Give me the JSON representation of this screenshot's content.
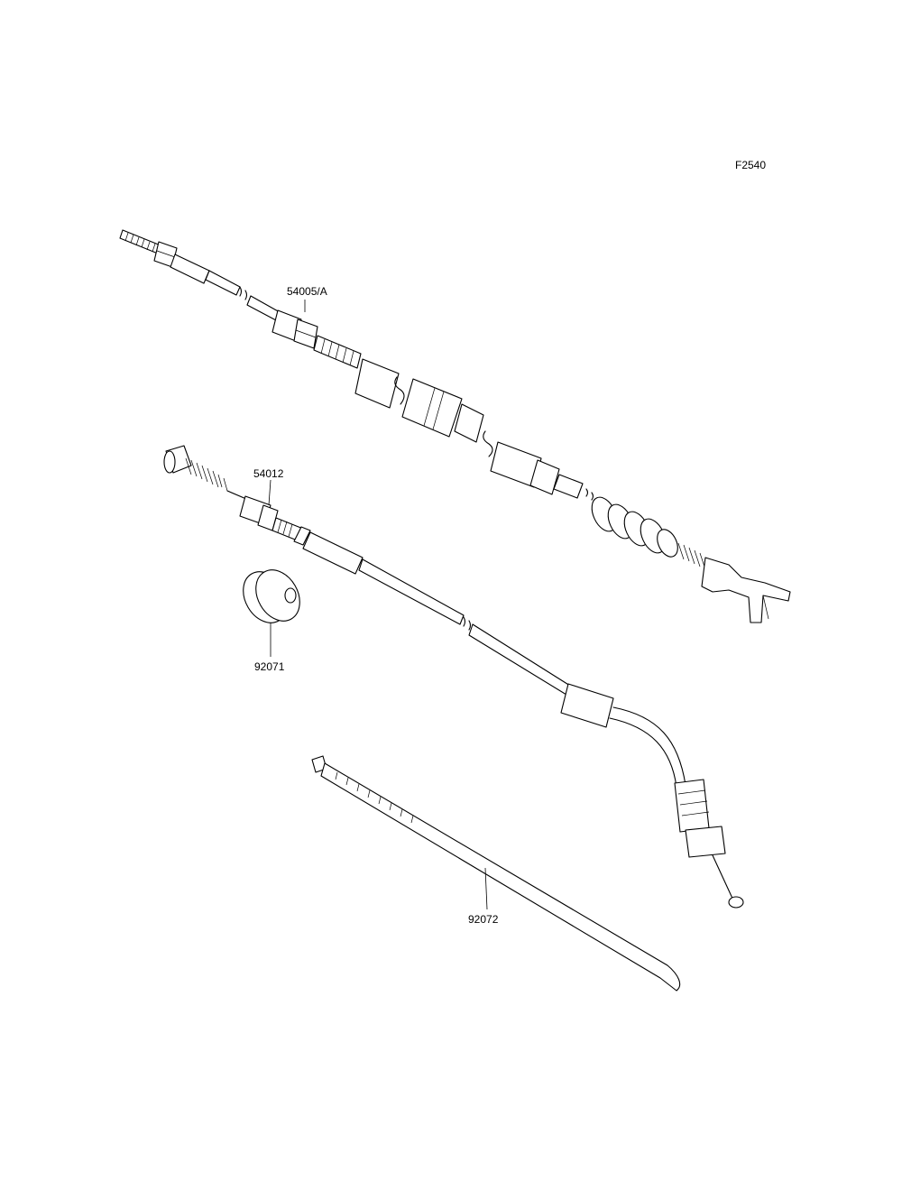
{
  "figure": {
    "code": "F2540"
  },
  "parts": [
    {
      "id": "cable-upper",
      "number": "54005/A"
    },
    {
      "id": "cable-lower",
      "number": "54012"
    },
    {
      "id": "grommet",
      "number": "92071"
    },
    {
      "id": "cable-tie",
      "number": "92072"
    }
  ]
}
